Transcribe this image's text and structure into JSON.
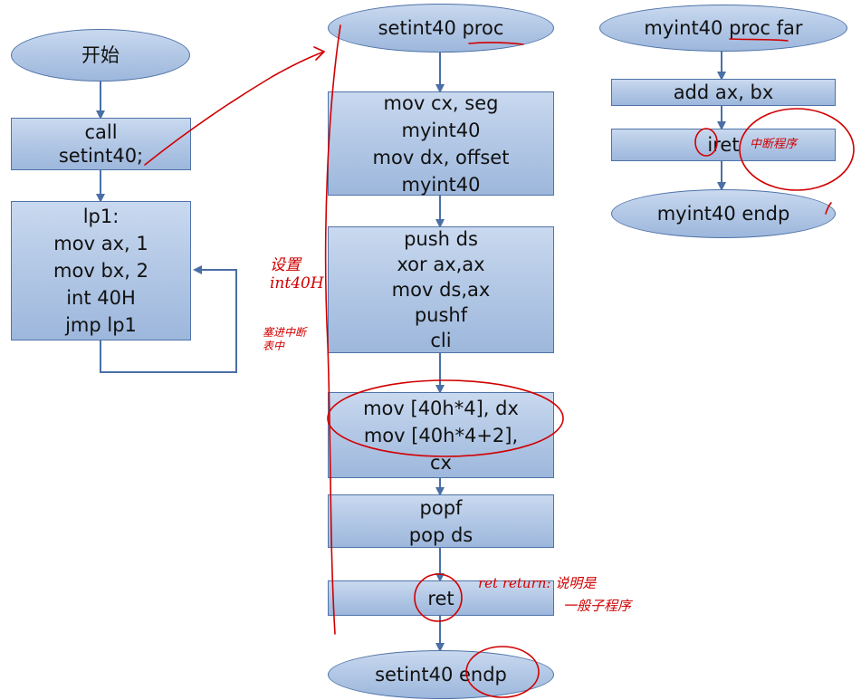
{
  "left_column": {
    "start": "开始",
    "call": [
      "call",
      "setint40;"
    ],
    "loop": [
      "lp1:",
      "mov ax, 1",
      "mov bx, 2",
      "int 40H",
      "jmp lp1"
    ]
  },
  "middle_column": {
    "proc_start": "setint40 proc",
    "block1": [
      "mov cx, seg",
      "myint40",
      "mov dx, offset",
      "myint40"
    ],
    "block2": [
      "push ds",
      "xor ax,ax",
      "mov ds,ax",
      "pushf",
      "cli"
    ],
    "block3": [
      "mov [40h*4], dx",
      "mov [40h*4+2],",
      "cx"
    ],
    "block4": [
      "popf",
      "pop ds"
    ],
    "block5": "ret",
    "proc_end": "setint40 endp"
  },
  "right_column": {
    "proc_start": "myint40 proc far",
    "add": "add ax, bx",
    "iret": "iret",
    "proc_end": "myint40 endp"
  },
  "annotations": {
    "set_int40": [
      "设置",
      "int40H"
    ],
    "into_vector_table": [
      "塞进中断",
      "表中"
    ],
    "interrupt_routine": "中断程序",
    "ret_note": [
      "ret return: 说明是",
      "一般子程序"
    ]
  },
  "colors": {
    "node_fill": "#b4c9e6",
    "node_border": "#4f73a8",
    "arrow": "#4a6fa5",
    "annotation_ink": "#d10000"
  }
}
